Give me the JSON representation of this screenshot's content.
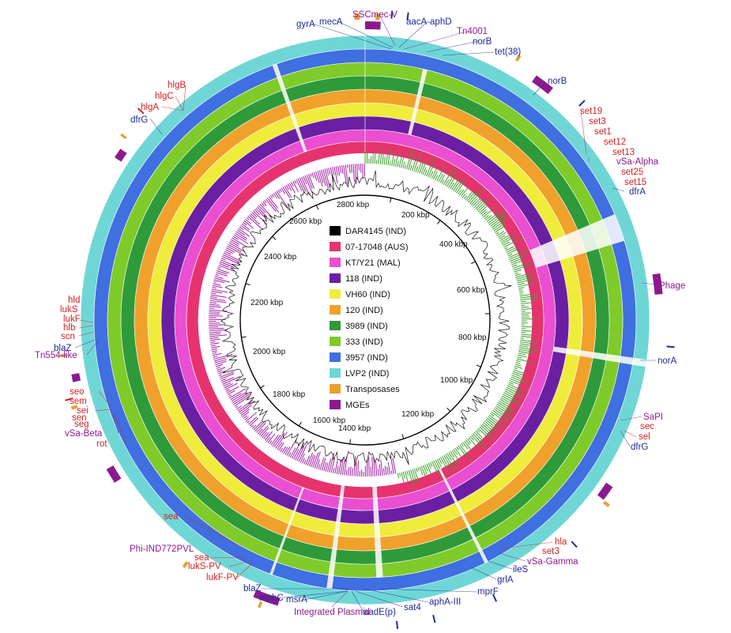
{
  "colors": {
    "ring_black": "#000000",
    "ring_AUS": "#e6336e",
    "ring_MAL": "#e94fd0",
    "ring_118": "#6a1fa2",
    "ring_VH60": "#f0ec3c",
    "ring_120": "#f0a12c",
    "ring_3989": "#2f9a3a",
    "ring_333": "#7ecb2a",
    "ring_3957": "#3f6fe0",
    "ring_LVP2": "#6fd6d6",
    "transposase": "#e8a030",
    "mge": "#8b1a8f",
    "gc_positive": "#3aa02a",
    "gc_negative": "#a020a0",
    "label_red": "#d42020",
    "label_blue": "#1e2a9a",
    "label_purple": "#8b1a8f"
  },
  "legend": [
    {
      "label": "DAR4145 (IND)",
      "color": "#000000"
    },
    {
      "label": "07-17048 (AUS)",
      "color": "#e6336e"
    },
    {
      "label": "KT/Y21 (MAL)",
      "color": "#e94fd0"
    },
    {
      "label": "118 (IND)",
      "color": "#6a1fa2"
    },
    {
      "label": "VH60 (IND)",
      "color": "#f0ec3c"
    },
    {
      "label": "120 (IND)",
      "color": "#f0a12c"
    },
    {
      "label": "3989 (IND)",
      "color": "#2f9a3a"
    },
    {
      "label": "333 (IND)",
      "color": "#7ecb2a"
    },
    {
      "label": "3957 (IND)",
      "color": "#3f6fe0"
    },
    {
      "label": "LVP2 (IND)",
      "color": "#6fd6d6"
    },
    {
      "label": "Transposases",
      "color": "#e8a030"
    },
    {
      "label": "MGEs",
      "color": "#8b1a8f"
    }
  ],
  "scale_labels": [
    "200 kbp",
    "400 kbp",
    "600 kbp",
    "800 kbp",
    "1000 kbp",
    "1200 kbp",
    "1400 kbp",
    "1600 kbp",
    "1800 kbp",
    "2000 kbp",
    "2200 kbp",
    "2400 kbp",
    "2600 kbp",
    "2800 kbp"
  ],
  "gene_labels": [
    {
      "text": "gyrA",
      "color": "blue"
    },
    {
      "text": "mecA",
      "color": "blue"
    },
    {
      "text": "SSCmec-V",
      "color": "purple"
    },
    {
      "text": "aacA-aphD",
      "color": "blue"
    },
    {
      "text": "Tn4001",
      "color": "purple"
    },
    {
      "text": "norB",
      "color": "blue"
    },
    {
      "text": "tet(38)",
      "color": "blue"
    },
    {
      "text": "norB",
      "color": "blue"
    },
    {
      "text": "set19",
      "color": "red"
    },
    {
      "text": "set3",
      "color": "red"
    },
    {
      "text": "set1",
      "color": "red"
    },
    {
      "text": "set12",
      "color": "red"
    },
    {
      "text": "set13",
      "color": "red"
    },
    {
      "text": "vSa-Alpha",
      "color": "purple"
    },
    {
      "text": "set25",
      "color": "red"
    },
    {
      "text": "set15",
      "color": "red"
    },
    {
      "text": "dfrA",
      "color": "blue"
    },
    {
      "text": "Phage",
      "color": "purple"
    },
    {
      "text": "norA",
      "color": "blue"
    },
    {
      "text": "SaPI",
      "color": "purple"
    },
    {
      "text": "sec",
      "color": "red"
    },
    {
      "text": "sel",
      "color": "red"
    },
    {
      "text": "dfrG",
      "color": "blue"
    },
    {
      "text": "hla",
      "color": "red"
    },
    {
      "text": "set3",
      "color": "red"
    },
    {
      "text": "vSa-Gamma",
      "color": "purple"
    },
    {
      "text": "ileS",
      "color": "blue"
    },
    {
      "text": "grlA",
      "color": "blue"
    },
    {
      "text": "mprF",
      "color": "blue"
    },
    {
      "text": "aphA-III",
      "color": "blue"
    },
    {
      "text": "sat4",
      "color": "blue"
    },
    {
      "text": "aadE(p)",
      "color": "blue"
    },
    {
      "text": "Integrated Plasmid",
      "color": "purple"
    },
    {
      "text": "msrA",
      "color": "blue"
    },
    {
      "text": "mphC",
      "color": "blue"
    },
    {
      "text": "blaZ",
      "color": "blue"
    },
    {
      "text": "lukF-PV",
      "color": "red"
    },
    {
      "text": "lukS-PV",
      "color": "red"
    },
    {
      "text": "sea",
      "color": "red"
    },
    {
      "text": "Phi-IND772PVL",
      "color": "purple"
    },
    {
      "text": "sea",
      "color": "red"
    },
    {
      "text": "rot",
      "color": "red"
    },
    {
      "text": "vSa-Beta",
      "color": "purple"
    },
    {
      "text": "seg",
      "color": "red"
    },
    {
      "text": "sen",
      "color": "red"
    },
    {
      "text": "sei",
      "color": "red"
    },
    {
      "text": "sem",
      "color": "red"
    },
    {
      "text": "seo",
      "color": "red"
    },
    {
      "text": "Tn554-like",
      "color": "purple"
    },
    {
      "text": "blaZ",
      "color": "blue"
    },
    {
      "text": "scn",
      "color": "red"
    },
    {
      "text": "hlb",
      "color": "red"
    },
    {
      "text": "lukF",
      "color": "red"
    },
    {
      "text": "lukS",
      "color": "red"
    },
    {
      "text": "hld",
      "color": "red"
    },
    {
      "text": "dfrG",
      "color": "blue"
    },
    {
      "text": "hlgA",
      "color": "red"
    },
    {
      "text": "hlgC",
      "color": "red"
    },
    {
      "text": "hlgB",
      "color": "red"
    }
  ]
}
